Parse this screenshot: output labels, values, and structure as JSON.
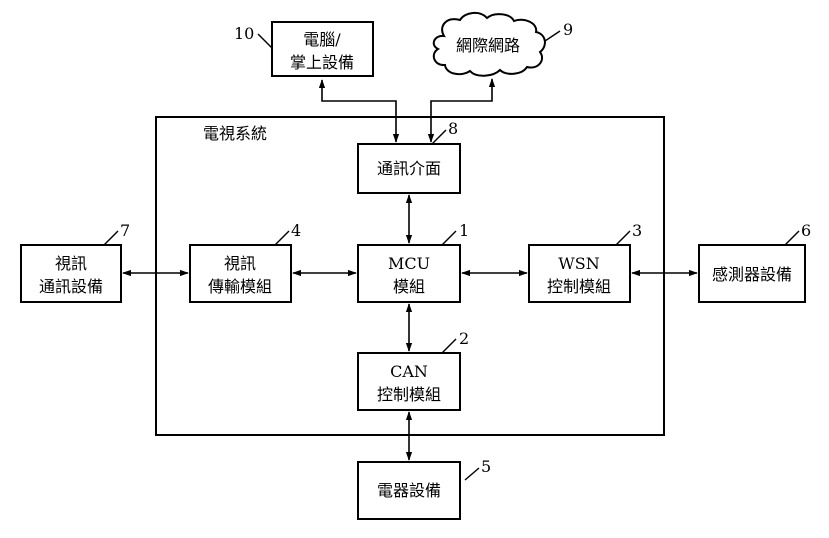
{
  "system_title": "電視系統",
  "nodes": {
    "mcu": {
      "line1": "MCU",
      "line2": "模組",
      "ref": "1"
    },
    "can": {
      "line1": "CAN",
      "line2": "控制模組",
      "ref": "2"
    },
    "wsn": {
      "line1": "WSN",
      "line2": "控制模組",
      "ref": "3"
    },
    "video_tx": {
      "line1": "視訊",
      "line2": "傳輸模組",
      "ref": "4"
    },
    "appliance": {
      "line1": "電器設備",
      "ref": "5"
    },
    "sensor": {
      "line1": "感測器設備",
      "ref": "6"
    },
    "video_comm": {
      "line1": "視訊",
      "line2": "通訊設備",
      "ref": "7"
    },
    "comm_if": {
      "line1": "通訊介面",
      "ref": "8"
    },
    "internet": {
      "line1": "網際網路",
      "ref": "9"
    },
    "computer": {
      "line1": "電腦/",
      "line2": "掌上設備",
      "ref": "10"
    }
  }
}
